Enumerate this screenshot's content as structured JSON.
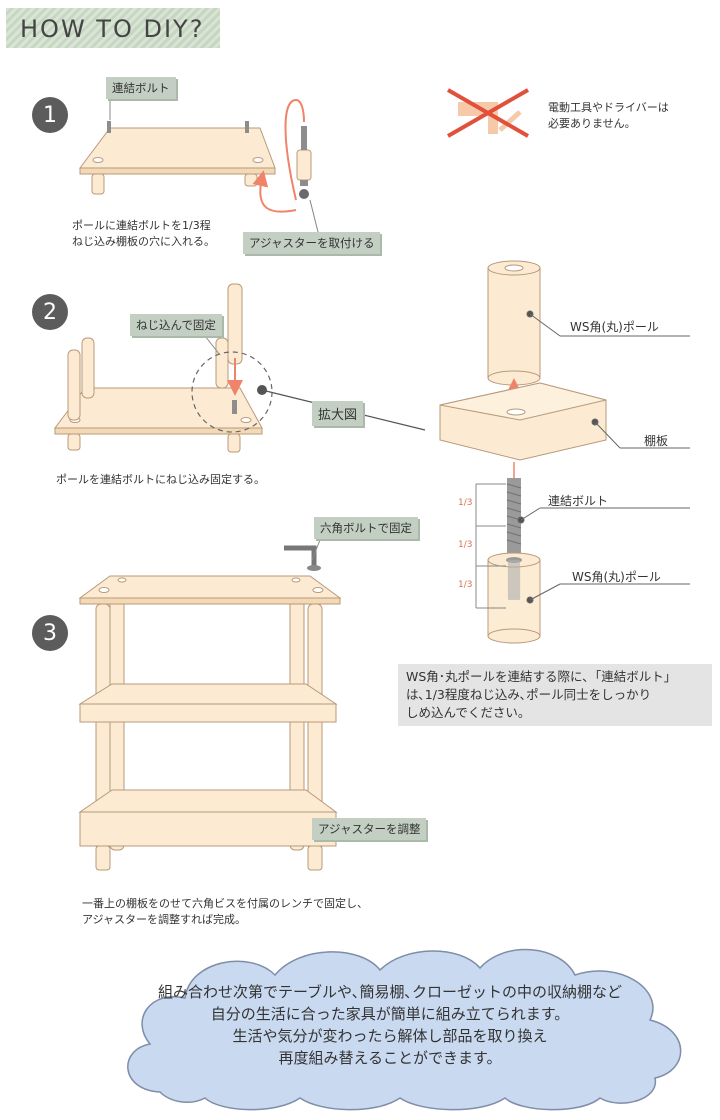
{
  "header": {
    "title": "HOW TO DIY?"
  },
  "steps": [
    {
      "number": "1",
      "caption_line1": "ポールに連結ボルトを1/3程",
      "caption_line2": "ねじ込み棚板の穴に入れる。"
    },
    {
      "number": "2",
      "caption_line1": "ポールを連結ボルトにねじ込み固定する。"
    },
    {
      "number": "3",
      "caption_line1": "一番上の棚板をのせて六角ビスを付属のレンチで固定し、",
      "caption_line2": "アジャスターを調整すれば完成。"
    }
  ],
  "tags": {
    "connect_bolt": "連結ボルト",
    "attach_adjuster": "アジャスターを取付ける",
    "screw_fix": "ねじ込んで固定",
    "hex_bolt_fix": "六角ボルトで固定",
    "adjust_adjuster": "アジャスターを調整",
    "zoom": "拡大図"
  },
  "tool_note": {
    "line1": "電動工具やドライバーは",
    "line2": "必要ありません。"
  },
  "detail_labels": {
    "pole_top": "WS角(丸)ポール",
    "shelf": "棚板",
    "bolt": "連結ボルト",
    "pole_bottom": "WS角(丸)ポール",
    "third": "1/3"
  },
  "note": {
    "line1": "WS角･丸ポールを連結する際に､「連結ボルト」",
    "line2": "は､1/3程度ねじ込み､ポール同士をしっかり",
    "line3": "しめ込んでください。"
  },
  "cloud": {
    "line1": "組み合わせ次第でテーブルや､簡易棚､クローゼットの中の収納棚など",
    "line2": "自分の生活に合った家具が簡単に組み立てられます。",
    "line3": "生活や気分が変わったら解体し部品を取り換え",
    "line4": "再度組み替えることができます。"
  },
  "colors": {
    "wood": "#fcebd2",
    "wood_edge": "#b89a7a",
    "arrow": "#f0846a",
    "tag_bg": "#c3cfc2",
    "cloud": "#c9d9f0",
    "cloud_edge": "#7f8da8"
  }
}
